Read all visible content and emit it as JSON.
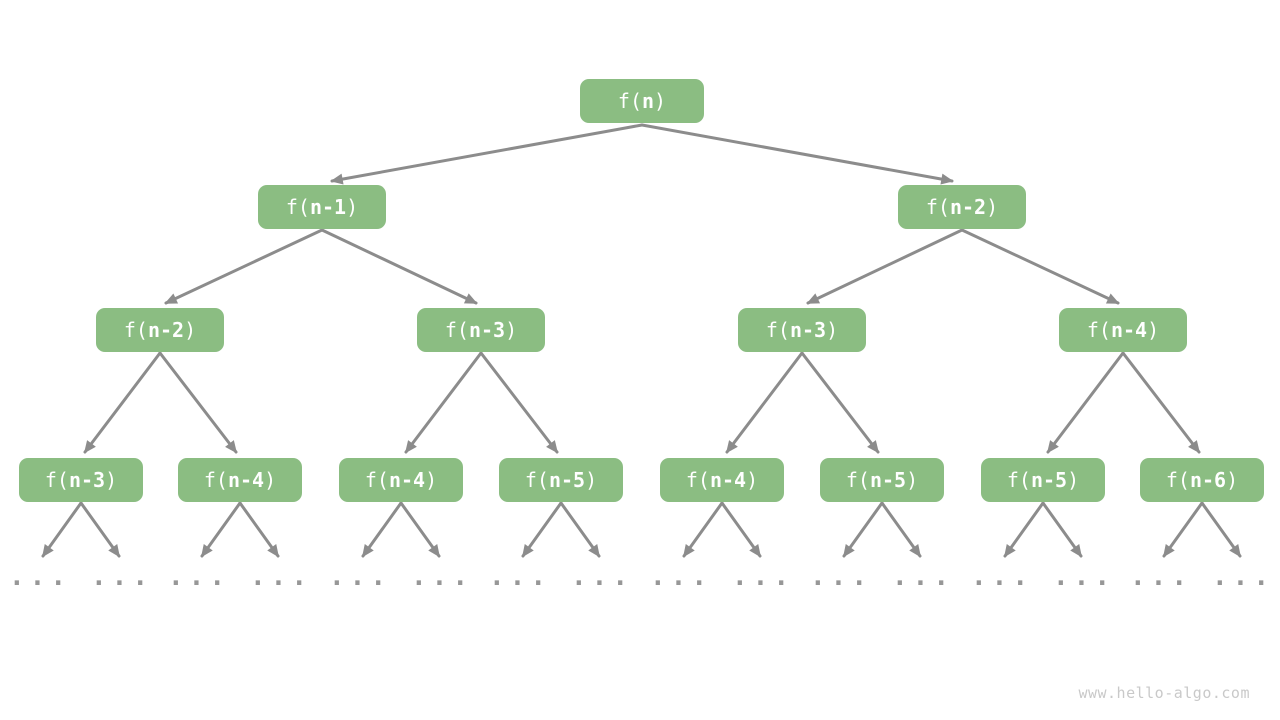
{
  "colors": {
    "node_fill": "#8BBD82",
    "node_text": "#FFFFFF",
    "arrow": "#8C8C8C",
    "ellipsis": "#979797",
    "watermark": "#C9C9C9",
    "background": "#FFFFFF"
  },
  "ellipsis": "...",
  "watermark": "www.hello-algo.com",
  "nodes": [
    {
      "pre": "f(",
      "arg": "n",
      "post": ")"
    },
    {
      "pre": "f(",
      "arg": "n-1",
      "post": ")"
    },
    {
      "pre": "f(",
      "arg": "n-2",
      "post": ")"
    },
    {
      "pre": "f(",
      "arg": "n-2",
      "post": ")"
    },
    {
      "pre": "f(",
      "arg": "n-3",
      "post": ")"
    },
    {
      "pre": "f(",
      "arg": "n-3",
      "post": ")"
    },
    {
      "pre": "f(",
      "arg": "n-4",
      "post": ")"
    },
    {
      "pre": "f(",
      "arg": "n-3",
      "post": ")"
    },
    {
      "pre": "f(",
      "arg": "n-4",
      "post": ")"
    },
    {
      "pre": "f(",
      "arg": "n-4",
      "post": ")"
    },
    {
      "pre": "f(",
      "arg": "n-5",
      "post": ")"
    },
    {
      "pre": "f(",
      "arg": "n-4",
      "post": ")"
    },
    {
      "pre": "f(",
      "arg": "n-5",
      "post": ")"
    },
    {
      "pre": "f(",
      "arg": "n-5",
      "post": ")"
    },
    {
      "pre": "f(",
      "arg": "n-6",
      "post": ")"
    }
  ]
}
